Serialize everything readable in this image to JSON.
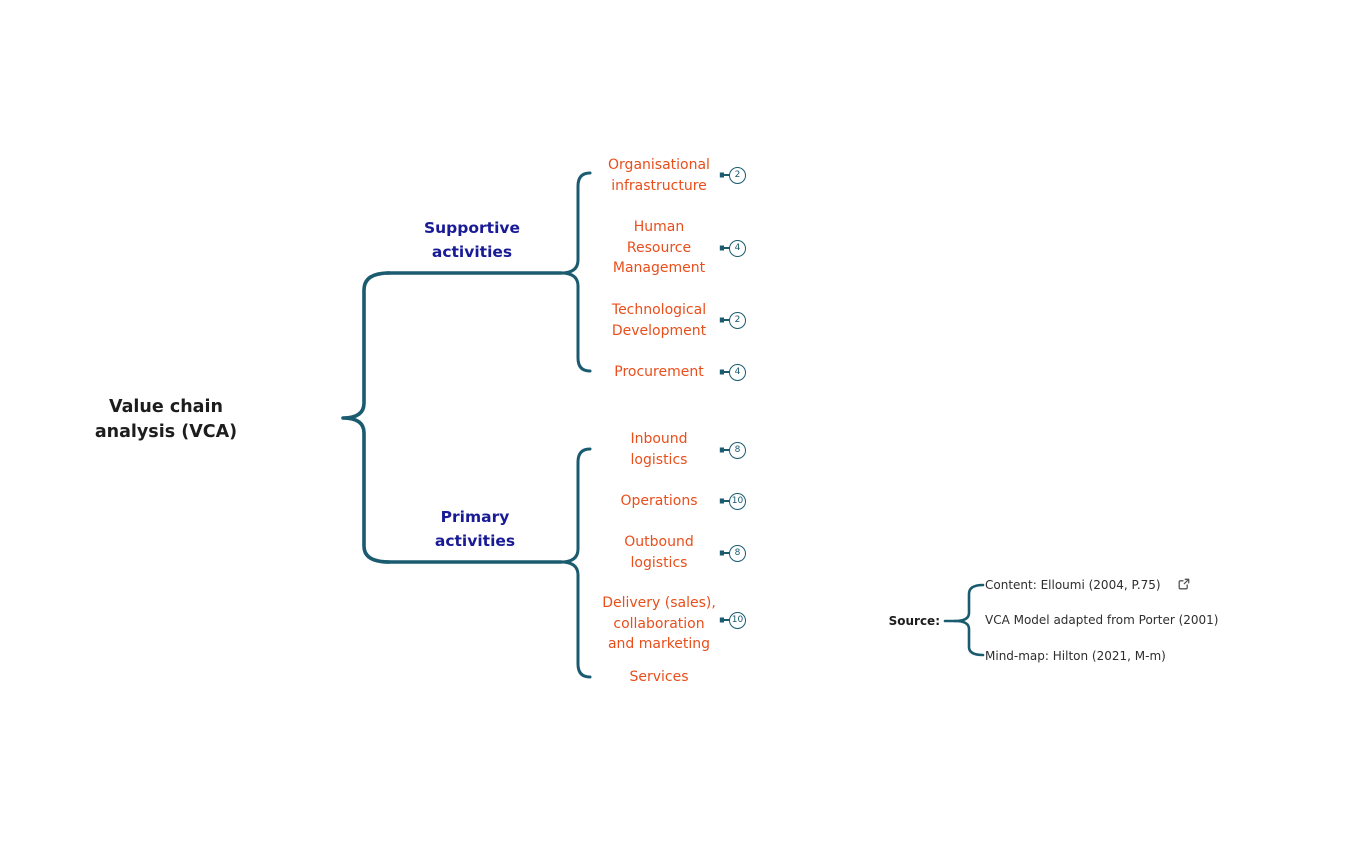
{
  "colors": {
    "connector_teal": "#1a5b70",
    "subtopic_orange": "#e94e1b",
    "branch_navy": "#181a96",
    "root_text": "#1d1d1d",
    "source_text": "#2e2e2e",
    "canvas_background": "#ffffff"
  },
  "root": {
    "label": "Value chain\nanalysis (VCA)"
  },
  "branches": [
    {
      "label": "Supportive\nactivities",
      "children": [
        {
          "label": "Organisational\ninfrastructure",
          "badge": "2"
        },
        {
          "label": "Human\nResource\nManagement",
          "badge": "4"
        },
        {
          "label": "Technological\nDevelopment",
          "badge": "2"
        },
        {
          "label": "Procurement",
          "badge": "4"
        }
      ]
    },
    {
      "label": "Primary\nactivities",
      "children": [
        {
          "label": "Inbound\nlogistics",
          "badge": "8"
        },
        {
          "label": "Operations",
          "badge": "10"
        },
        {
          "label": "Outbound\nlogistics",
          "badge": "8"
        },
        {
          "label": "Delivery (sales),\ncollaboration\nand marketing",
          "badge": "10"
        },
        {
          "label": "Services",
          "badge": null
        }
      ]
    }
  ],
  "source": {
    "label": "Source:",
    "items": [
      {
        "text": "Content: Elloumi (2004, P.75)",
        "icon": "external-link-icon"
      },
      {
        "text": "VCA Model adapted from Porter (2001)"
      },
      {
        "text": "Mind-map: Hilton (2021, M-m)"
      }
    ]
  }
}
